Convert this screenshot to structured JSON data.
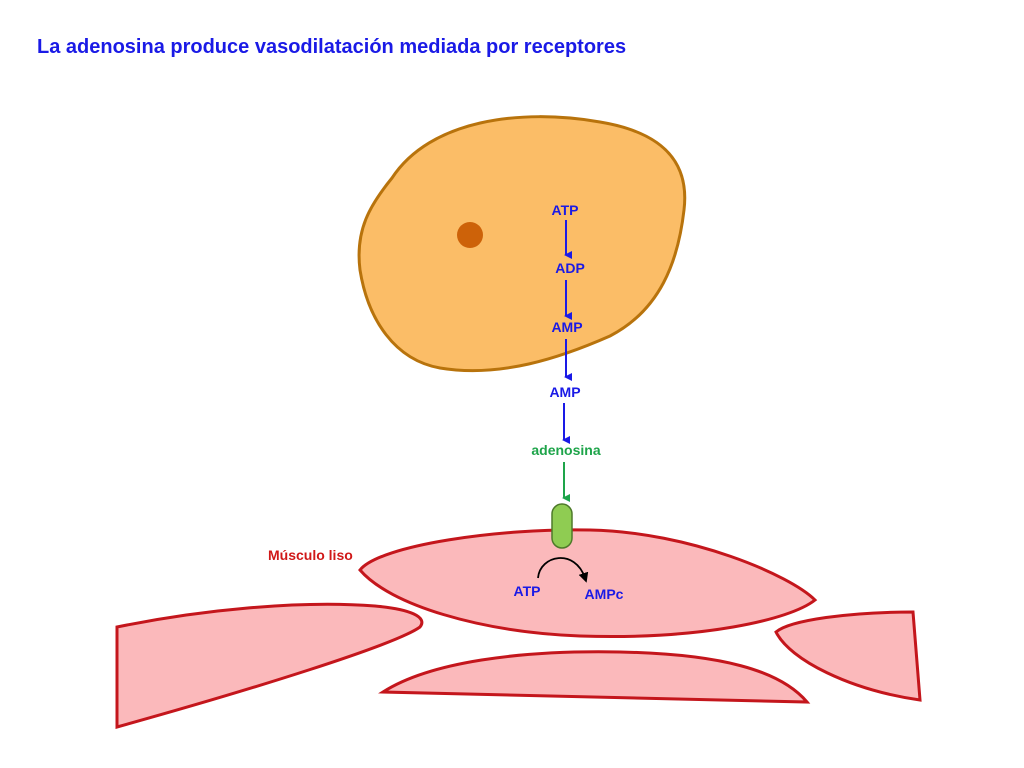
{
  "title": "La adenosina produce vasodilatación mediada por receptores",
  "labels": {
    "cell_atp": "ATP",
    "cell_adp": "ADP",
    "cell_amp": "AMP",
    "extra_amp": "AMP",
    "adenosina": "adenosina",
    "musculo_liso": "Músculo liso",
    "muscle_atp": "ATP",
    "muscle_ampc": "AMPc"
  },
  "colors": {
    "title": "#1a1ae6",
    "pathway_arrow": "#1a1ae6",
    "adenosina": "#1ea44a",
    "muscle_label": "#d01818",
    "cell_fill": "#fbbd67",
    "cell_stroke": "#b8730c",
    "nucleus": "#cd6209",
    "muscle_fill": "#fbb9bb",
    "muscle_stroke": "#c4161c",
    "receptor_fill": "#8fcc52",
    "receptor_stroke": "#4e7a2a"
  }
}
